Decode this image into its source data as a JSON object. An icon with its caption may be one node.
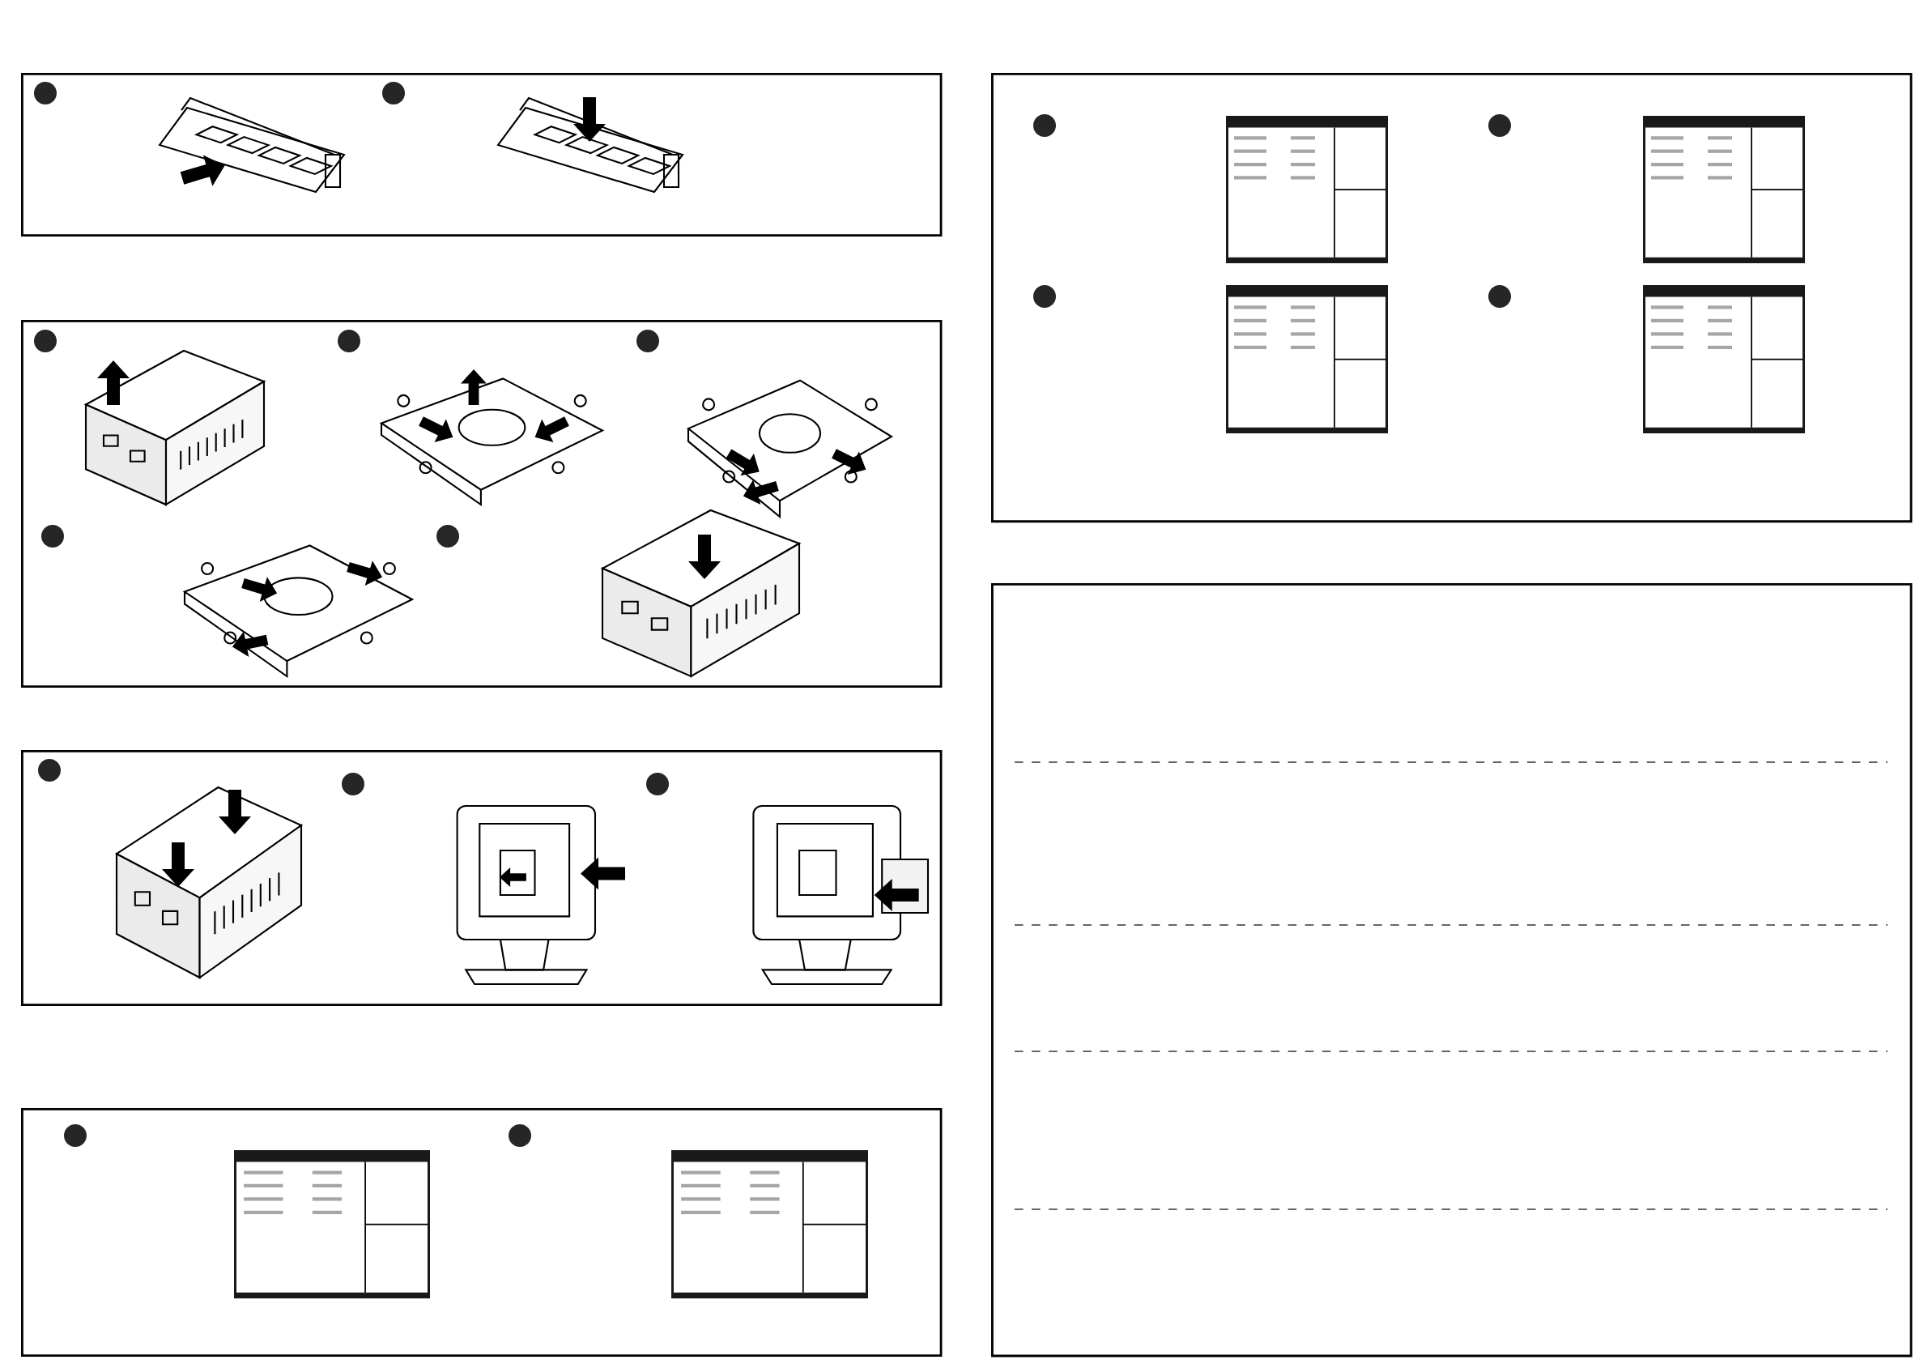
{
  "diagram": {
    "nodes": [
      {
        "text": [],
        "shape": "box"
      },
      {
        "text": [],
        "shape": "circle",
        "in": 0
      },
      {
        "text": [],
        "shape": "circle",
        "in": 0
      },
      {
        "text": [],
        "shape": "box"
      },
      {
        "text": [],
        "shape": "circle",
        "in": 3
      },
      {
        "text": [],
        "shape": "circle",
        "in": 3
      },
      {
        "text": [],
        "shape": "circle",
        "in": 3
      },
      {
        "text": [],
        "shape": "circle",
        "in": 3
      },
      {
        "text": [],
        "shape": "circle",
        "in": 3
      },
      {
        "text": [],
        "shape": "box"
      },
      {
        "text": [],
        "shape": "circle",
        "in": 9
      },
      {
        "text": [],
        "shape": "circle",
        "in": 9
      },
      {
        "text": [],
        "shape": "circle",
        "in": 9
      },
      {
        "text": [],
        "shape": "box"
      },
      {
        "text": [],
        "shape": "circle",
        "in": 13
      },
      {
        "text": [],
        "shape": "circle",
        "in": 13
      },
      {
        "text": [],
        "shape": "box"
      },
      {
        "text": [],
        "shape": "circle",
        "in": 16
      },
      {
        "text": [],
        "shape": "circle",
        "in": 16
      },
      {
        "text": [],
        "shape": "circle",
        "in": 16
      },
      {
        "text": [],
        "shape": "circle",
        "in": 16
      },
      {
        "text": [],
        "shape": "box"
      }
    ]
  }
}
